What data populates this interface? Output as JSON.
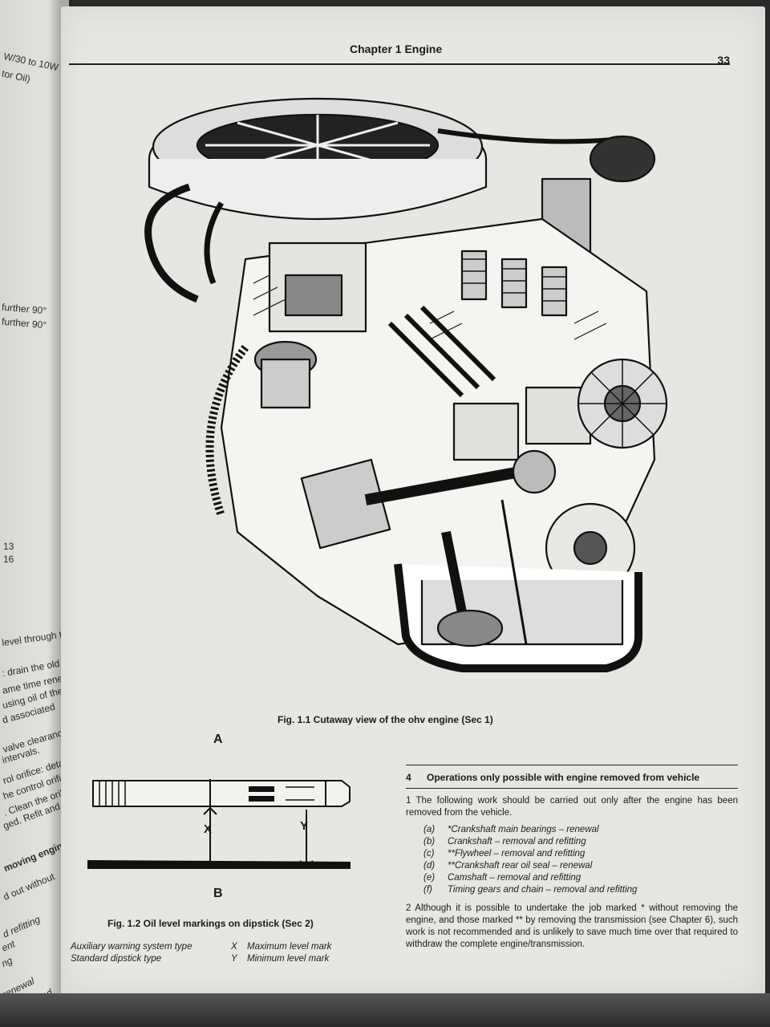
{
  "header": {
    "chapter": "Chapter 1  Engine",
    "page_number": "33"
  },
  "figure1": {
    "caption": "Fig. 1.1 Cutaway view of the ohv engine (Sec 1)"
  },
  "figure2": {
    "label_a": "A",
    "label_b": "B",
    "label_x": "X",
    "label_y": "Y",
    "caption": "Fig. 1.2 Oil level markings on dipstick (Sec 2)",
    "legend": [
      {
        "left": "Auxiliary warning system type",
        "key": "X",
        "right": "Maximum level mark"
      },
      {
        "left": "Standard dipstick type",
        "key": "Y",
        "right": "Minimum level mark"
      }
    ]
  },
  "section4": {
    "number": "4",
    "title": "Operations only possible with engine removed from vehicle",
    "para1": "1    The following work should be carried out only after the engine has been removed from the vehicle.",
    "items": [
      {
        "label": "(a)",
        "text": "*Crankshaft main bearings – renewal"
      },
      {
        "label": "(b)",
        "text": "Crankshaft – removal and refitting"
      },
      {
        "label": "(c)",
        "text": "**Flywheel – removal and refitting"
      },
      {
        "label": "(d)",
        "text": "**Crankshaft rear oil seal – renewal"
      },
      {
        "label": "(e)",
        "text": "Camshaft – removal and refitting"
      },
      {
        "label": "(f)",
        "text": "Timing gears and chain – removal and refitting"
      }
    ],
    "para2": "2    Although it is possible to undertake the job marked * without removing the engine, and those marked ** by removing the transmission (see Chapter 6), such work is not recommended and is unlikely to save much time over that required to withdraw the complete engine/transmission."
  },
  "left_page": {
    "fragments": [
      "W/30 to 10W",
      "tor Oil)",
      "further 90°",
      "further 90°",
      "13",
      "16",
      "level through the",
      ": drain the old",
      "ame time renew",
      "using oil of the",
      "d  associated",
      "valve clearances",
      "intervals.",
      "rol orifice: detach",
      "he control orifice",
      ". Clean the orifice",
      "ged. Refit and",
      "moving engine",
      "d out without",
      "d refitting",
      "ent",
      "ng",
      "renewal",
      "removal and"
    ]
  }
}
